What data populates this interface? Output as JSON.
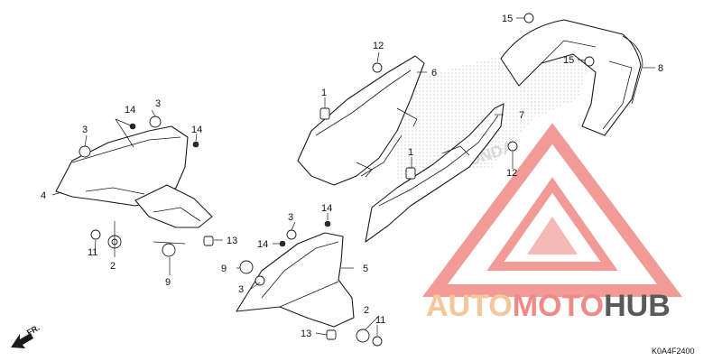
{
  "diagram": {
    "code": "K0A4F2400",
    "direction_label": "FR.",
    "brand_mark": "HONDA",
    "watermark": {
      "part1": "AUTO",
      "part2": "MOTO",
      "part3": "HUB",
      "color_light": "#f7c59a",
      "color_red": "#f08a84",
      "color_dark": "#5a5a5a"
    },
    "callouts": {
      "c1a": "1",
      "c1b": "1",
      "c2a": "2",
      "c2b": "2",
      "c3a": "3",
      "c3b": "3",
      "c3c": "3",
      "c3d": "3",
      "c4": "4",
      "c5": "5",
      "c6": "6",
      "c7": "7",
      "c8": "8",
      "c9a": "9",
      "c9b": "9",
      "c11a": "11",
      "c11b": "11",
      "c12a": "12",
      "c12b": "12",
      "c13a": "13",
      "c13b": "13",
      "c14a": "14",
      "c14b": "14",
      "c14c": "14",
      "c14d": "14",
      "c15a": "15",
      "c15b": "15"
    }
  }
}
